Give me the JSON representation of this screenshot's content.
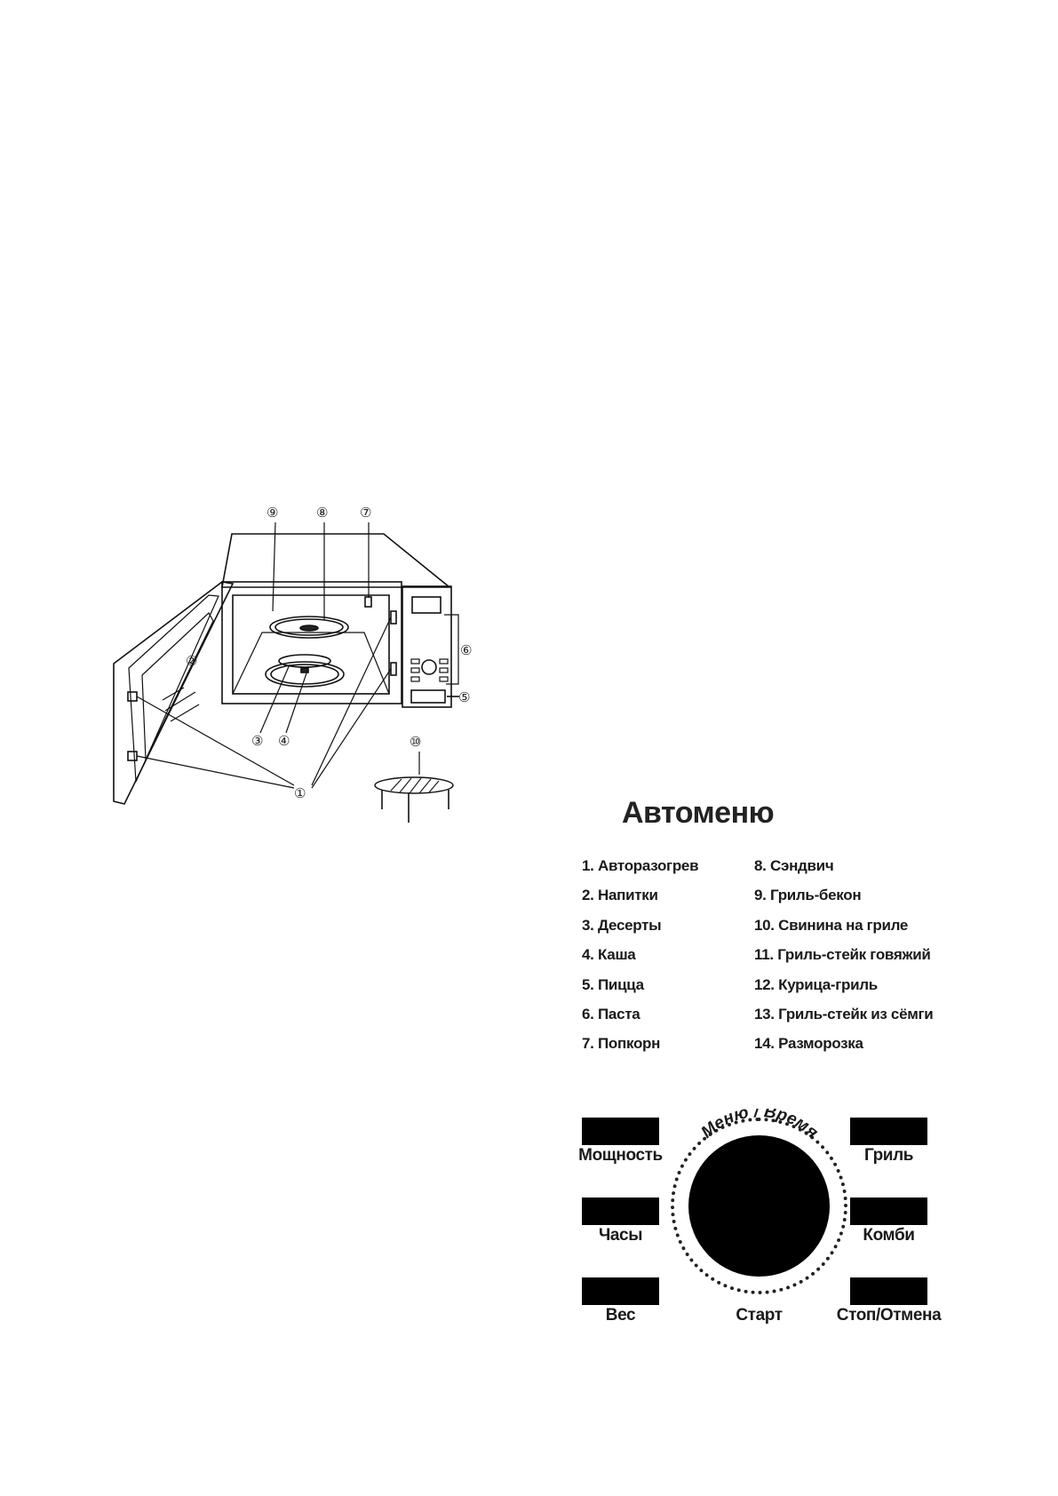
{
  "diagram": {
    "callouts": [
      "⑨",
      "⑧",
      "⑦",
      "⑥",
      "⑤",
      "④",
      "③",
      "②",
      "①",
      "⑩"
    ]
  },
  "automenu": {
    "title": "Автоменю",
    "left": [
      "1. Авторазогрев",
      "2. Напитки",
      "3. Десерты",
      "4. Каша",
      "5. Пицца",
      "6. Паста",
      "7. Попкорн"
    ],
    "right": [
      "8. Сэндвич",
      "9. Гриль-бекон",
      "10. Свинина на гриле",
      "11. Гриль-стейк говяжий",
      "12. Курица-гриль",
      "13. Гриль-стейк из сёмги",
      "14. Разморозка"
    ]
  },
  "panel": {
    "dial_label": "Меню / Время",
    "power": "Мощность",
    "clock": "Часы",
    "weight": "Вес",
    "grill": "Гриль",
    "combi": "Комби",
    "stop": "Стоп/Отмена",
    "start": "Старт"
  }
}
